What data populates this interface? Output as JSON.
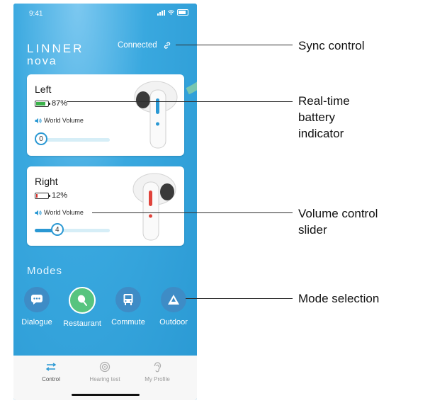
{
  "status_bar": {
    "time": "9:41"
  },
  "app": {
    "brand_line1": "LINNER",
    "brand_line2": "nova",
    "connection_status": "Connected"
  },
  "earbuds": {
    "left": {
      "title": "Left",
      "battery_text": "87%",
      "battery_level": 0.87,
      "battery_color": "#3bb24a",
      "volume_label": "World Volume",
      "volume_value": "0",
      "volume_fraction": 0.0,
      "accent_color": "#2a98d3"
    },
    "right": {
      "title": "Right",
      "battery_text": "12%",
      "battery_level": 0.12,
      "battery_color": "#d9302b",
      "volume_label": "World Volume",
      "volume_value": "4",
      "volume_fraction": 0.3,
      "accent_color": "#e0433b"
    }
  },
  "modes": {
    "title": "Modes",
    "items": [
      {
        "label": "Dialogue",
        "icon": "chat-bubble-icon",
        "active": false
      },
      {
        "label": "Restaurant",
        "icon": "utensils-icon",
        "active": true
      },
      {
        "label": "Commute",
        "icon": "bus-icon",
        "active": false
      },
      {
        "label": "Outdoor",
        "icon": "mountain-icon",
        "active": false
      }
    ]
  },
  "tabbar": {
    "items": [
      {
        "label": "Control",
        "icon": "sliders-icon",
        "active": true
      },
      {
        "label": "Hearing test",
        "icon": "hearing-test-icon",
        "active": false
      },
      {
        "label": "My Profile",
        "icon": "ear-icon",
        "active": false
      }
    ]
  },
  "callouts": {
    "sync_control": "Sync control",
    "battery_line1": "Real-time",
    "battery_line2": "battery",
    "battery_line3": "indicator",
    "volume_line1": "Volume control",
    "volume_line2": "slider",
    "mode_selection": "Mode selection"
  },
  "colors": {
    "app_blue": "#2b9fd8",
    "mode_active": "#57c47f",
    "mode_inactive": "#3e8cc6"
  }
}
